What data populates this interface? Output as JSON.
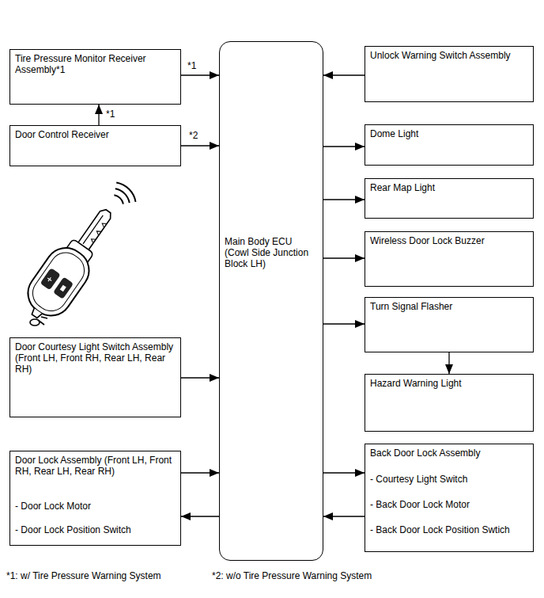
{
  "diagram": {
    "nodes": [
      {
        "text": [
          "Tire Pressure Monitor Receiver Assembly*1"
        ]
      },
      {
        "text": [
          "Door Control Receiver"
        ]
      },
      {
        "text": [
          "Door Courtesy Light Switch Assembly (Front LH, Front RH, Rear LH, Rear RH)"
        ]
      },
      {
        "text": [
          "Door Lock Assembly (Front LH, Front RH, Rear LH, Rear RH)",
          "- Door Lock Motor",
          "- Door Lock Position Switch"
        ]
      },
      {
        "text": [
          "Main Body ECU (Cowl Side Junction Block LH)"
        ]
      },
      {
        "text": [
          "Unlock Warning Switch Assembly"
        ]
      },
      {
        "text": [
          "Dome Light"
        ]
      },
      {
        "text": [
          "Rear Map Light"
        ]
      },
      {
        "text": [
          "Wireless Door Lock Buzzer"
        ]
      },
      {
        "text": [
          "Turn Signal Flasher"
        ]
      },
      {
        "text": [
          "Hazard Warning Light"
        ]
      },
      {
        "text": [
          "Back Door Lock Assembly",
          "- Courtesy Light Switch",
          "- Back Door Lock Motor",
          "- Back Door Lock Position Swtich"
        ]
      }
    ],
    "edges": [
      {
        "from": 0,
        "to": 4,
        "arrow": "to",
        "label": "*1"
      },
      {
        "from": 1,
        "to": 0,
        "arrow": "to",
        "label": "*1"
      },
      {
        "from": 1,
        "to": 4,
        "arrow": "to",
        "label": "*2"
      },
      {
        "from": 2,
        "to": 4,
        "arrow": "to"
      },
      {
        "from": 3,
        "to": 4,
        "arrow": "to"
      },
      {
        "from": 4,
        "to": 3,
        "arrow": "to"
      },
      {
        "from": 5,
        "to": 4,
        "arrow": "to"
      },
      {
        "from": 4,
        "to": 6,
        "arrow": "to"
      },
      {
        "from": 4,
        "to": 7,
        "arrow": "to"
      },
      {
        "from": 4,
        "to": 8,
        "arrow": "to"
      },
      {
        "from": 4,
        "to": 9,
        "arrow": "to"
      },
      {
        "from": 9,
        "to": 10,
        "arrow": "to"
      },
      {
        "from": 4,
        "to": 11,
        "arrow": "to"
      },
      {
        "from": 11,
        "to": 4,
        "arrow": "to"
      }
    ],
    "labels": [
      "*1: w/ Tire Pressure Warning System",
      "*2: w/o Tire Pressure Warning System"
    ]
  }
}
